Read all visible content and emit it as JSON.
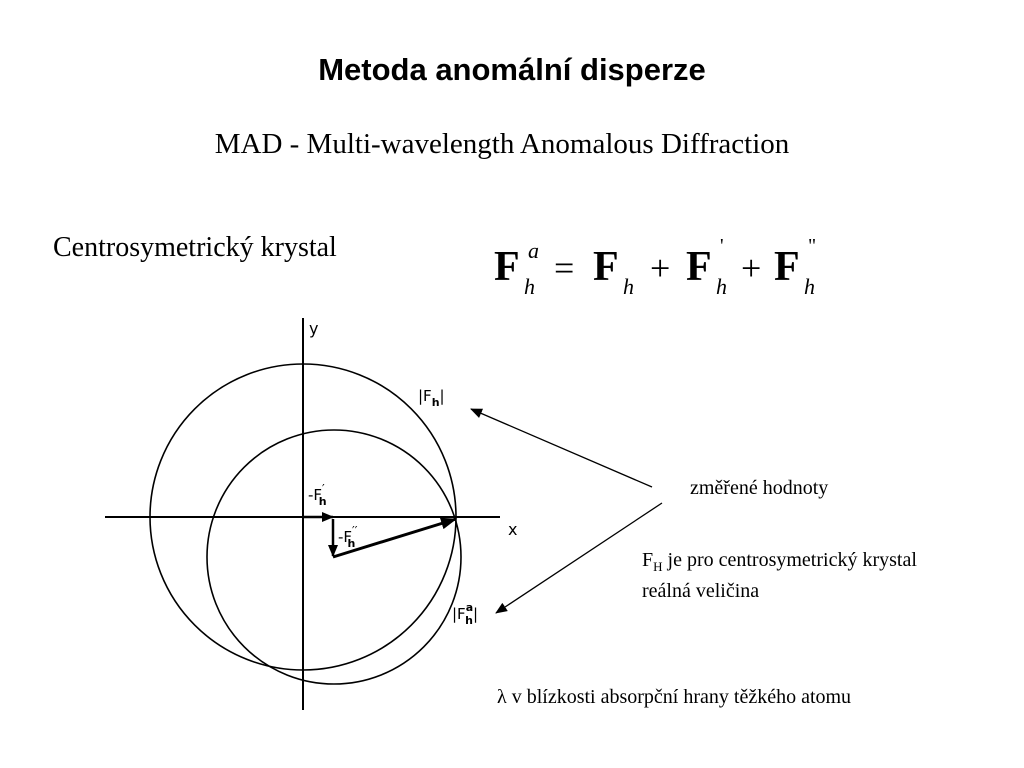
{
  "title": "Metoda anomální disperze",
  "subtitle": "MAD - Multi-wavelength Anomalous Diffraction",
  "left_label": "Centrosymetrický krystal",
  "formula": {
    "lhs_base": "F",
    "lhs_sup": "a",
    "lhs_sub": "h",
    "equals": "=",
    "t1_base": "F",
    "t1_sub": "h",
    "plus1": "+",
    "t2_base": "F",
    "t2_sup": "'",
    "t2_sub": "h",
    "plus2": "+",
    "t3_base": "F",
    "t3_sup": "\"",
    "t3_sub": "h"
  },
  "diagram": {
    "y_axis_label": "y",
    "x_axis_label": "x",
    "outer_circle_label_main": "|F",
    "outer_circle_label_sub": "h",
    "outer_circle_label_end": "|",
    "inner_circle_label_main": "|F",
    "inner_circle_label_sub": "h",
    "inner_circle_label_sup": "a",
    "inner_circle_label_end": "|",
    "f_prime_main": "-F",
    "f_prime_sup": "′",
    "f_prime_sub": "h",
    "f_dprime_main": "-F",
    "f_dprime_sup": "′′",
    "f_dprime_sub": "h"
  },
  "notes": {
    "measured": "změřené hodnoty",
    "fh_prefix": "F",
    "fh_sub": "H",
    "fh_rest": " je pro centrosymetrický krystal",
    "real": "reálná veličina",
    "lambda_symbol": "λ",
    "lambda_text": " v blízkosti absorpční hrany těžkého atomu"
  }
}
